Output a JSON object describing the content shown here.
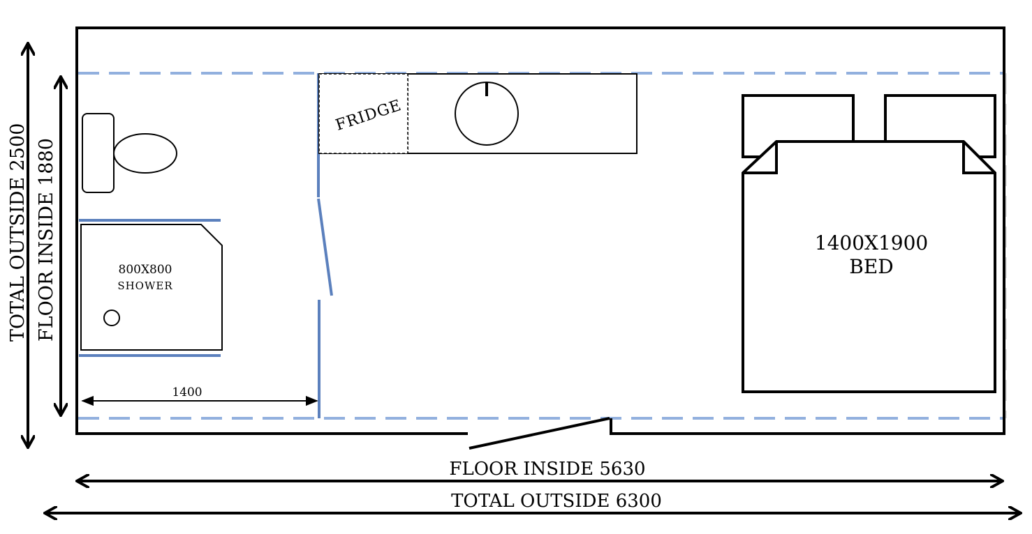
{
  "labels": {
    "total_outside_height": "TOTAL OUTSIDE 2500",
    "floor_inside_height": "FLOOR INSIDE 1880",
    "floor_inside_width": "FLOOR INSIDE 5630",
    "total_outside_width": "TOTAL OUTSIDE 6300",
    "bathroom_width": "1400",
    "shower_size": "800X800",
    "shower": "SHOWER",
    "fridge": "FRIDGE",
    "bed_size": "1400X1900",
    "bed": "BED"
  },
  "colors": {
    "wall": "#000000",
    "partition": "#5b80bd",
    "floor_line": "#92b0de"
  }
}
